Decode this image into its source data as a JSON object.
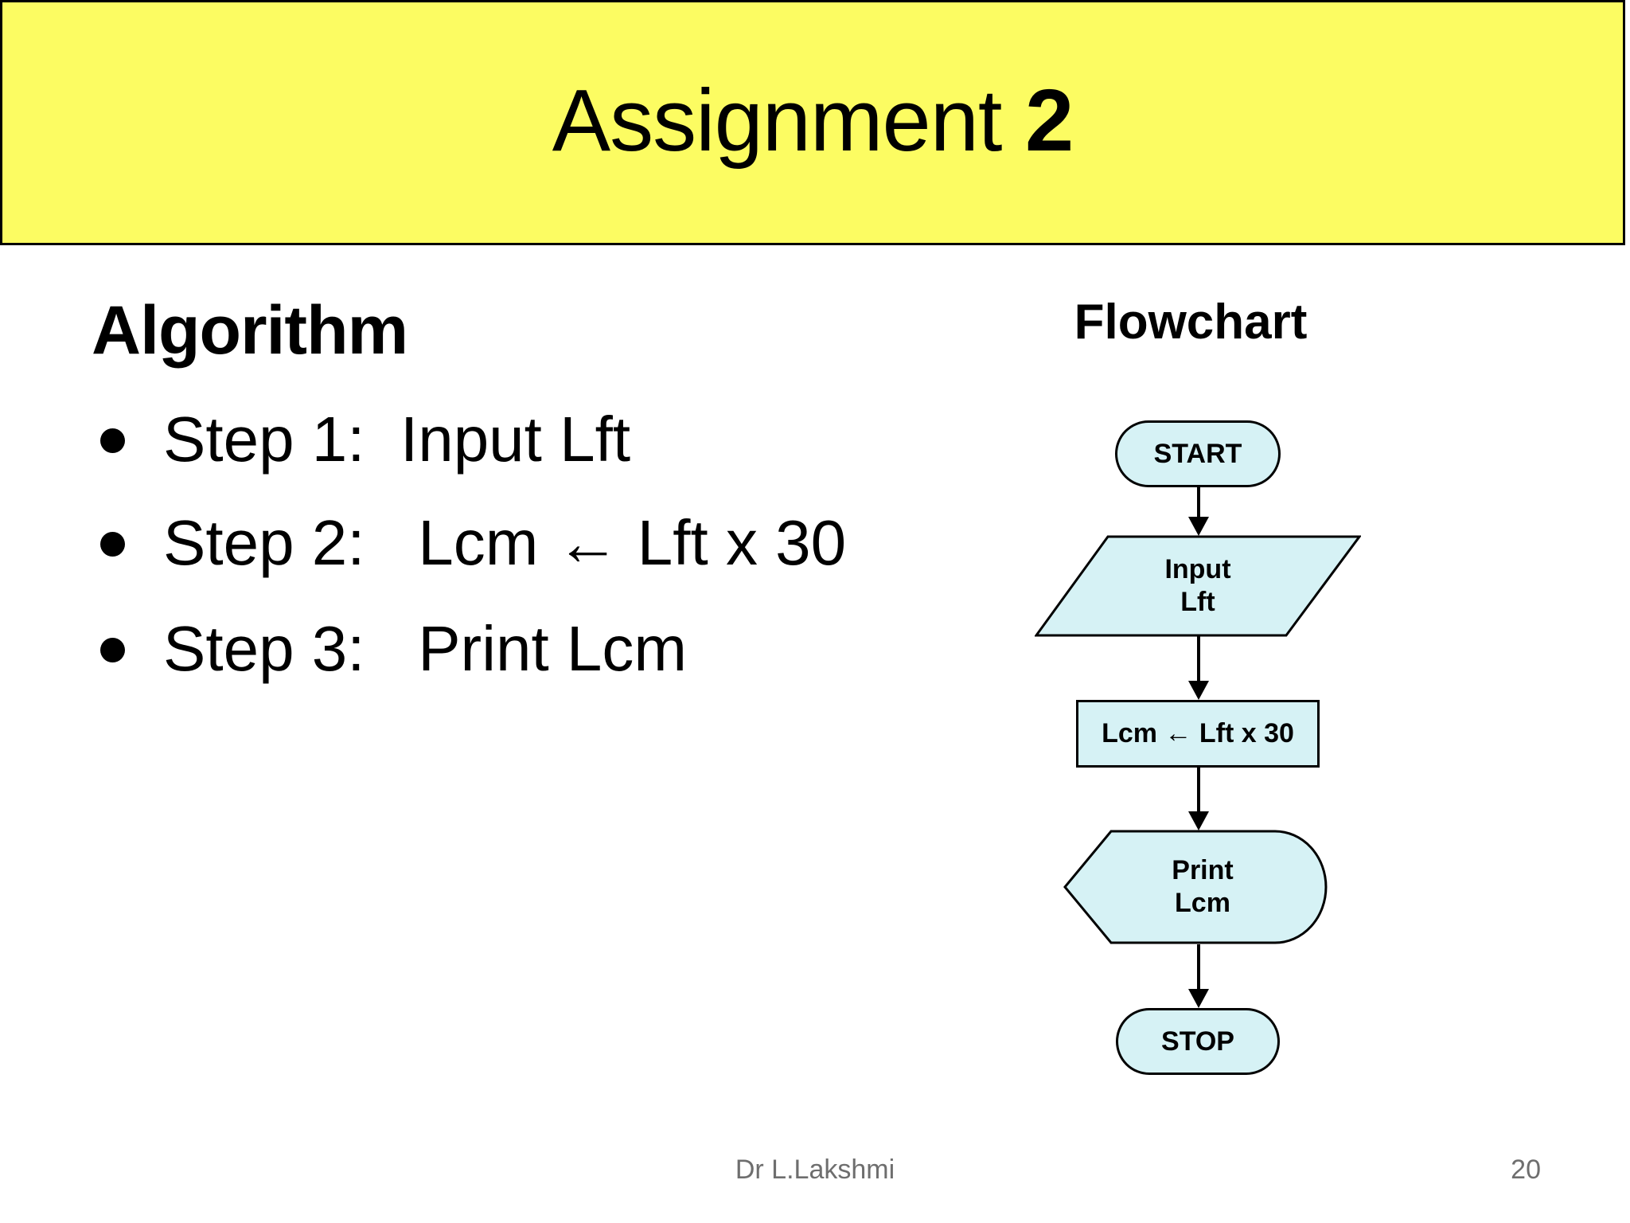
{
  "slide": {
    "banner": {
      "title_prefix": "Assignment ",
      "title_number": "2"
    },
    "algorithm": {
      "heading": "Algorithm",
      "items": [
        "Step 1:  Input Lft",
        "Step 2:   Lcm ← Lft x 30",
        "Step 3:   Print Lcm"
      ]
    },
    "flowchart": {
      "heading": "Flowchart",
      "start": {
        "label": "START"
      },
      "input": {
        "line1": "Input",
        "line2": "Lft"
      },
      "process": {
        "label": "Lcm ← Lft x 30"
      },
      "display": {
        "line1": "Print",
        "line2": "Lcm"
      },
      "stop": {
        "label": "STOP"
      }
    },
    "footer": {
      "author": "Dr L.Lakshmi",
      "page": "20"
    },
    "colors": {
      "banner": "#FCFC62",
      "shape_fill": "#D6F2F5",
      "outline": "#000000",
      "footer_text": "#6E6E6E"
    }
  }
}
